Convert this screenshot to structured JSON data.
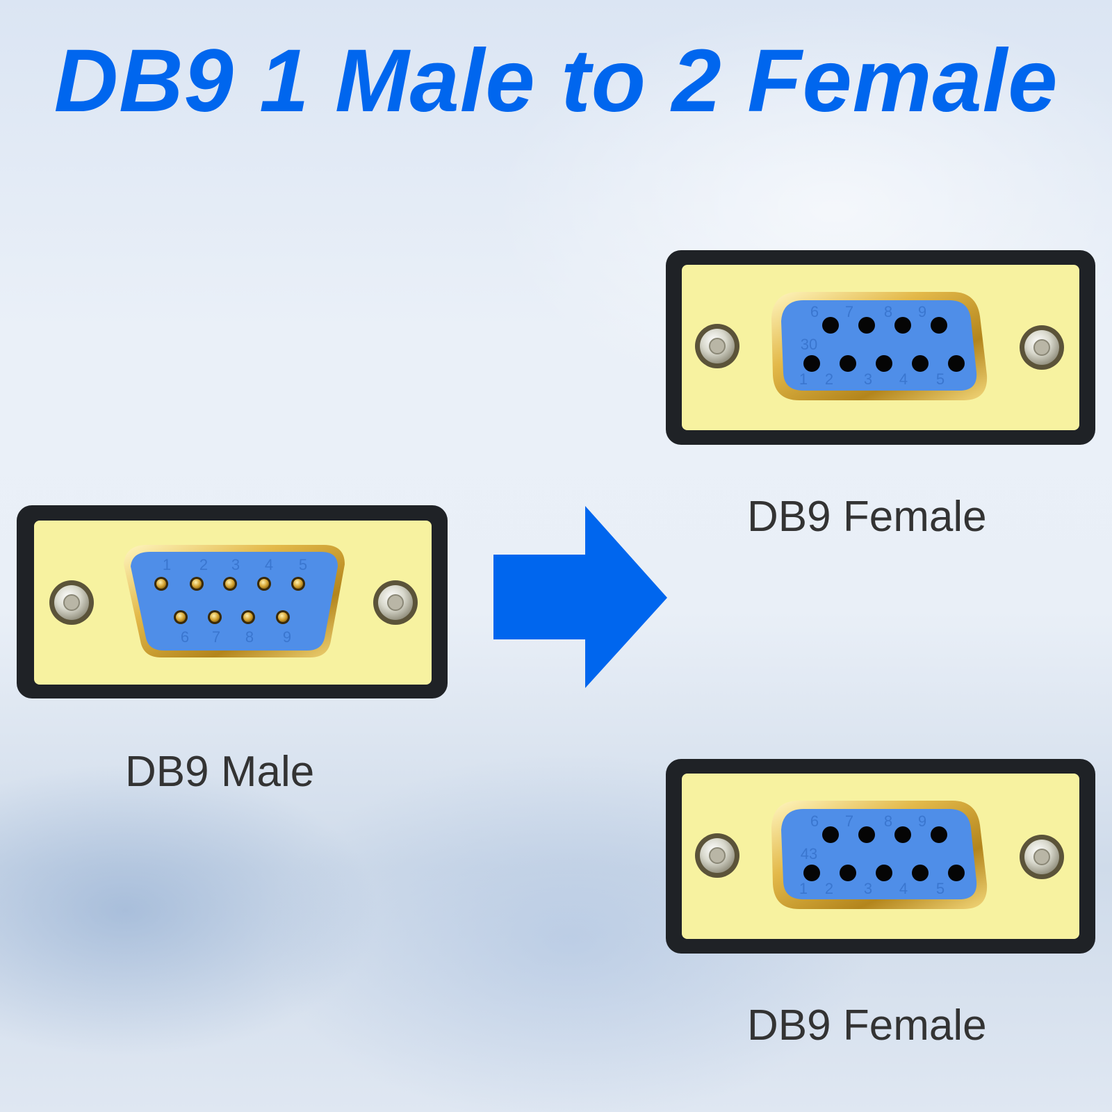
{
  "title": "DB9 1 Male to 2 Female",
  "colors": {
    "title": "#0066ee",
    "arrow": "#0066ee",
    "frame": "#1f2226",
    "plate": "#f7f2a0",
    "insulator": "#4f8ee8",
    "pin_number": "#3a76cf"
  },
  "male": {
    "label": "DB9 Male",
    "pin_labels_top": [
      "1",
      "2",
      "3",
      "4",
      "5"
    ],
    "pin_labels_bottom": [
      "6",
      "7",
      "8",
      "9"
    ]
  },
  "female_1": {
    "label": "DB9 Female",
    "pin_labels_top": [
      "6",
      "7",
      "8",
      "9"
    ],
    "pin_labels_bottom": [
      "1",
      "2",
      "3",
      "4",
      "5"
    ],
    "side_mark": "30"
  },
  "female_2": {
    "label": "DB9 Female",
    "pin_labels_top": [
      "6",
      "7",
      "8",
      "9"
    ],
    "pin_labels_bottom": [
      "1",
      "2",
      "3",
      "4",
      "5"
    ],
    "side_mark": "43"
  },
  "arrow_icon": "arrow-right-icon"
}
